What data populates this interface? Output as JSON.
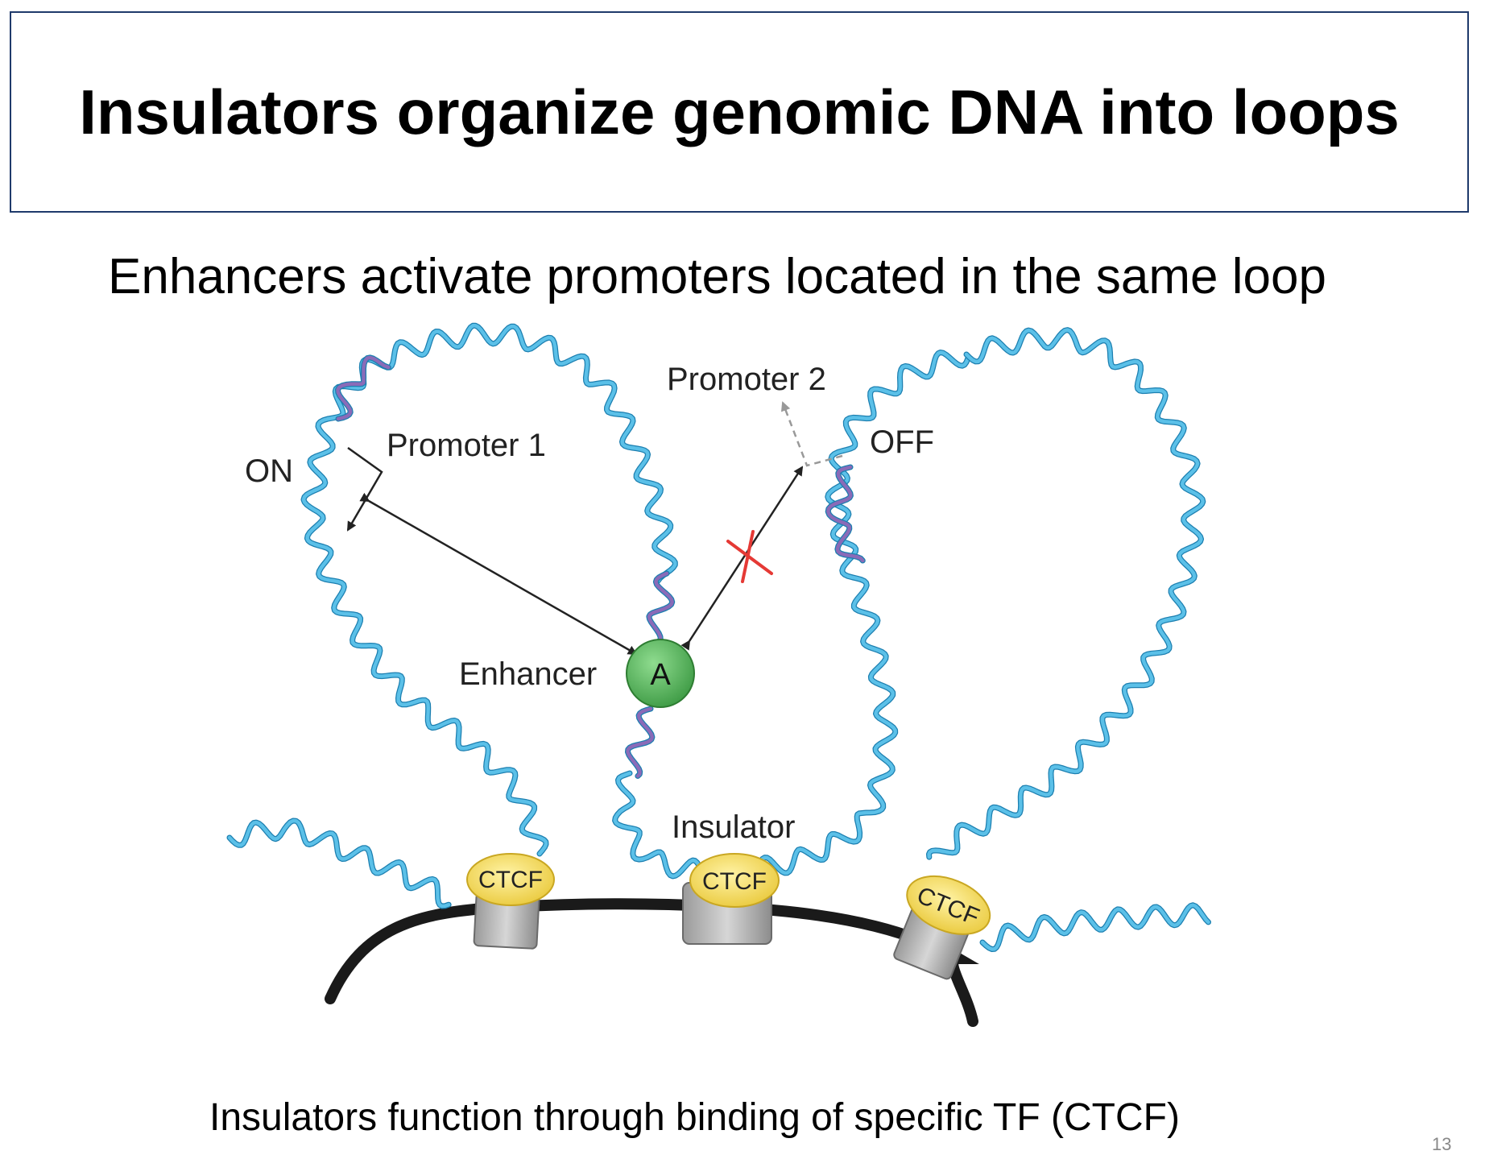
{
  "title": "Insulators organize genomic DNA into loops",
  "subtitle": "Enhancers activate promoters located in the same loop",
  "caption": "Insulators function through binding of specific TF (CTCF)",
  "page_number": "13",
  "diagram": {
    "labels": {
      "promoter1": "Promoter 1",
      "promoter2": "Promoter 2",
      "on": "ON",
      "off": "OFF",
      "enhancer": "Enhancer",
      "activator": "A",
      "insulator": "Insulator",
      "ctcf1": "CTCF",
      "ctcf2": "CTCF",
      "ctcf3": "CTCF"
    },
    "colors": {
      "dna": "#5bc0e8",
      "regulatory_dna": "#8a6bb8",
      "chromatin_fiber": "#1a1a1a",
      "ctcf": "#f2d44a",
      "cohesin_block": "#b8b8b8",
      "activator": "#4caf50",
      "blocked_mark": "#e53935",
      "frame": "#1f3a6b"
    }
  }
}
